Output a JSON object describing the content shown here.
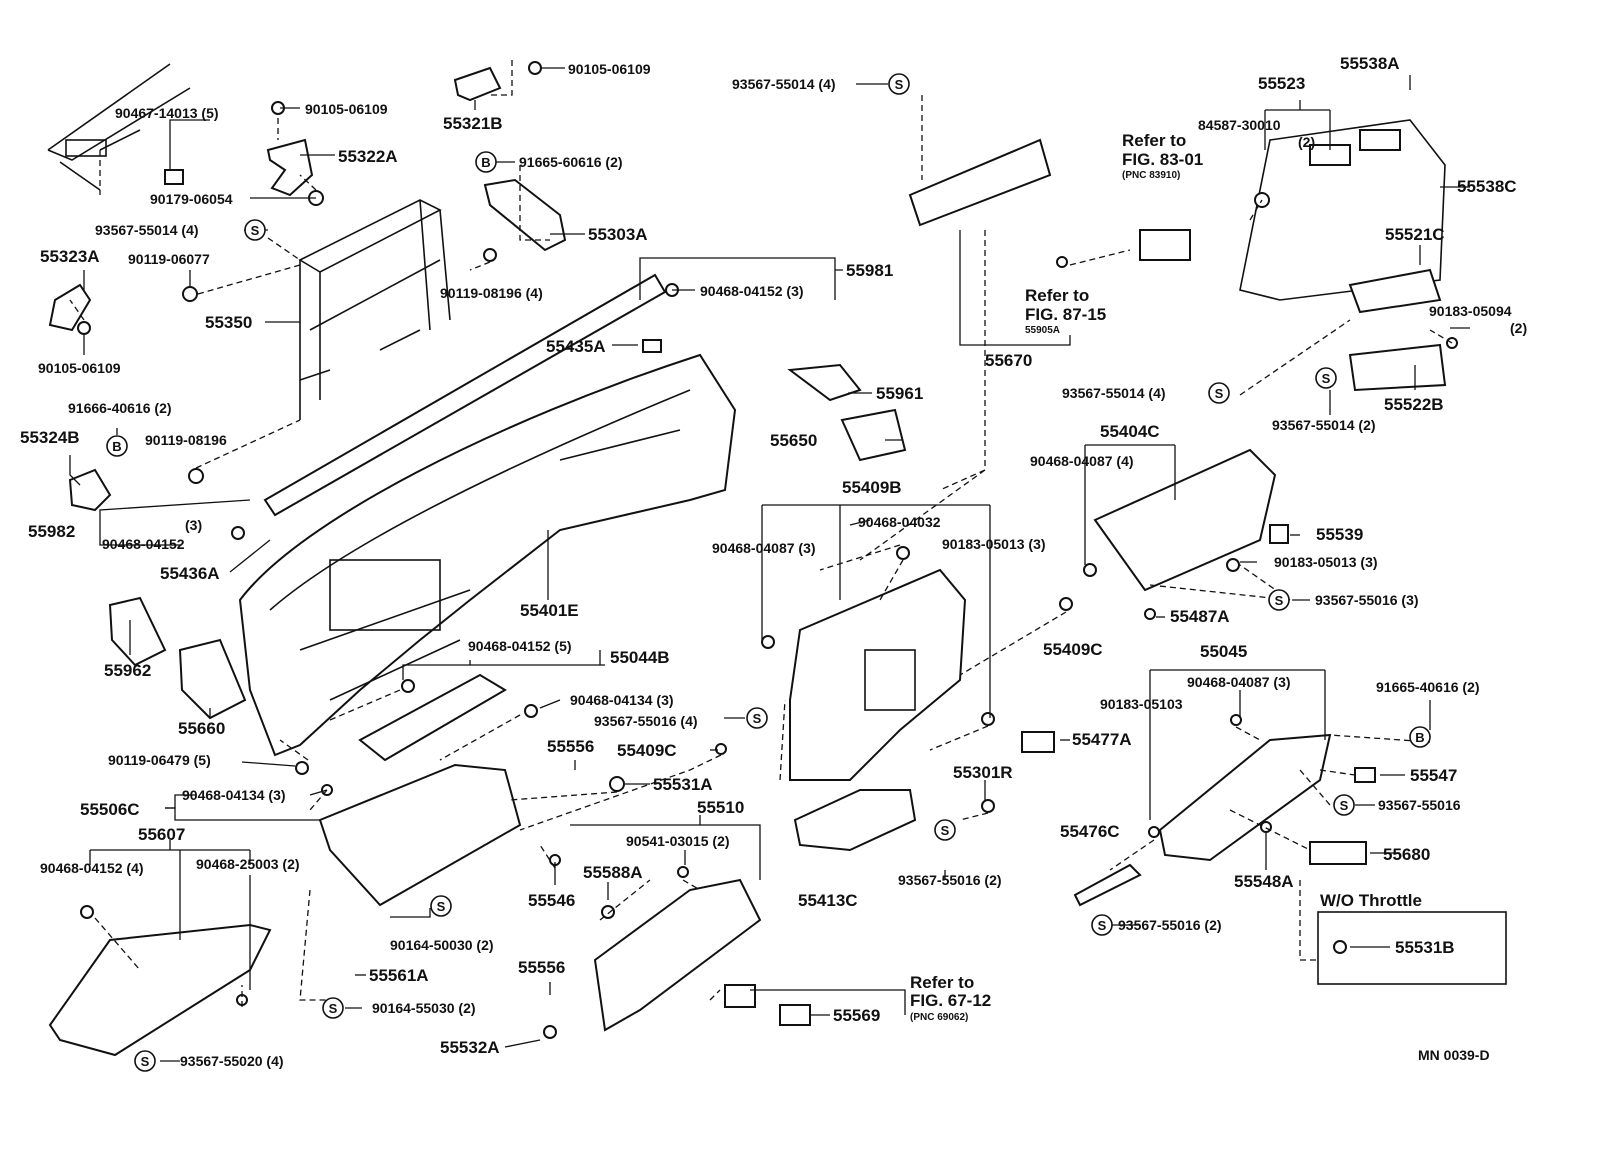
{
  "labels": {
    "l01": "90467-14013 (5)",
    "l02": "90105-06109",
    "l03": "55322A",
    "l04": "90179-06054",
    "l05": "93567-55014 (4)",
    "l06": "55323A",
    "l07": "90119-06077",
    "l08": "55350",
    "l09": "90105-06109",
    "l10": "91666-40616 (2)",
    "l11": "55324B",
    "l12": "90119-08196",
    "l13": "55982",
    "l14": "(3)",
    "l15": "90468-04152",
    "l16": "55436A",
    "l17": "55962",
    "l18": "55660",
    "l19": "90119-06479 (5)",
    "l20": "55506C",
    "l21": "90468-04134 (3)",
    "l22": "55607",
    "l23": "90468-04152 (4)",
    "l24": "90468-25003 (2)",
    "l25": "93567-55020 (4)",
    "l26": "55321B",
    "l27": "90105-06109",
    "l28": "91665-60616 (2)",
    "l29": "55303A",
    "l30": "90119-08196 (4)",
    "l31": "55981",
    "l32": "90468-04152 (3)",
    "l33": "55435A",
    "l34": "55401E",
    "l35": "90468-04152 (5)",
    "l36": "55044B",
    "l37": "90468-04134 (3)",
    "l38": "93567-55016 (4)",
    "l39": "55409C",
    "l40": "55556",
    "l41": "55531A",
    "l42": "55510",
    "l43": "90541-03015 (2)",
    "l44": "55546",
    "l45": "55588A",
    "l46": "90164-50030 (2)",
    "l47": "55561A",
    "l48": "90164-55030 (2)",
    "l49": "55556",
    "l50": "55532A",
    "l51": "55569",
    "l52": "Refer to",
    "l53": "FIG. 67-12",
    "l54": "(PNC 69062)",
    "l55": "93567-55014 (4)",
    "l56": "55961",
    "l57": "55650",
    "l58": "55670",
    "l59": "Refer to",
    "l60": "FIG. 87-15",
    "l61": "55905A",
    "l62": "Refer to",
    "l63": "FIG. 83-01",
    "l64": "(PNC 83910)",
    "l65": "55409B",
    "l66": "90468-04087 (3)",
    "l67": "90468-04032",
    "l68": "90183-05013 (3)",
    "l69": "55413C",
    "l70": "55301R",
    "l71": "93567-55016 (2)",
    "l72": "55523",
    "l73": "55538A",
    "l74": "84587-30010",
    "l75": "(2)",
    "l76": "55538C",
    "l77": "55521C",
    "l78": "90183-05094",
    "l79": "(2)",
    "l80": "93567-55014 (4)",
    "l81": "55522B",
    "l82": "93567-55014 (2)",
    "l83": "55404C",
    "l84": "90468-04087 (4)",
    "l85": "55539",
    "l86": "90183-05013 (3)",
    "l87": "93567-55016 (3)",
    "l88": "55487A",
    "l89": "55409C",
    "l90": "55045",
    "l91": "90468-04087 (3)",
    "l92": "90183-05103",
    "l93": "91665-40616 (2)",
    "l94": "55477A",
    "l95": "55547",
    "l96": "93567-55016",
    "l97": "55476C",
    "l98": "55680",
    "l99": "55548A",
    "l100": "93567-55016 (2)",
    "l101": "W/O Throttle",
    "l102": "55531B",
    "l103": "MN 0039-D"
  },
  "symbols": {
    "s": "S",
    "b": "B"
  }
}
